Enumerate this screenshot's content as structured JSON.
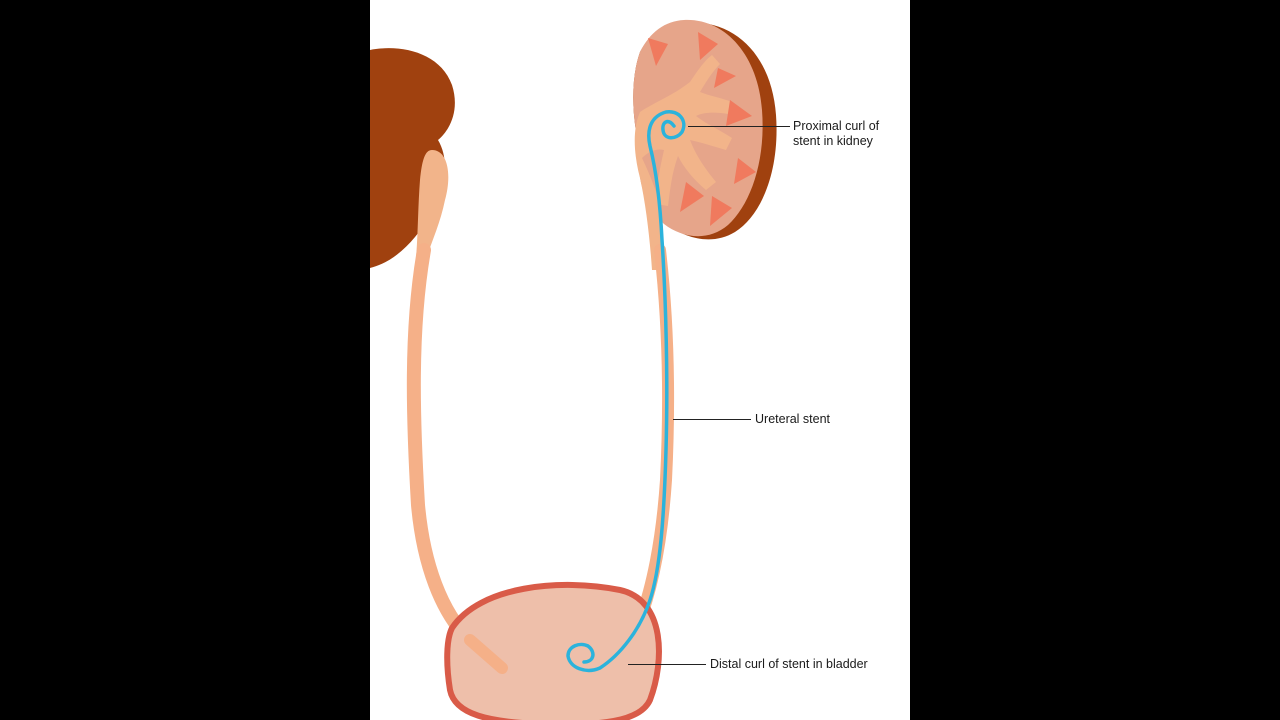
{
  "colors": {
    "background": "#000000",
    "panel": "#ffffff",
    "kidney_outer": "#a0410f",
    "kidney_body": "#e6a58a",
    "renal_pelvis": "#f2b48a",
    "papilla": "#f07a5e",
    "ureter": "#f5b088",
    "bladder_body": "#eebfaa",
    "bladder_wall": "#d95b48",
    "stent": "#2bb3dc"
  },
  "labels": {
    "proximal_line1": "Proximal curl of",
    "proximal_line2": "stent in kidney",
    "ureteral": "Ureteral stent",
    "distal": "Distal curl of stent in bladder"
  }
}
